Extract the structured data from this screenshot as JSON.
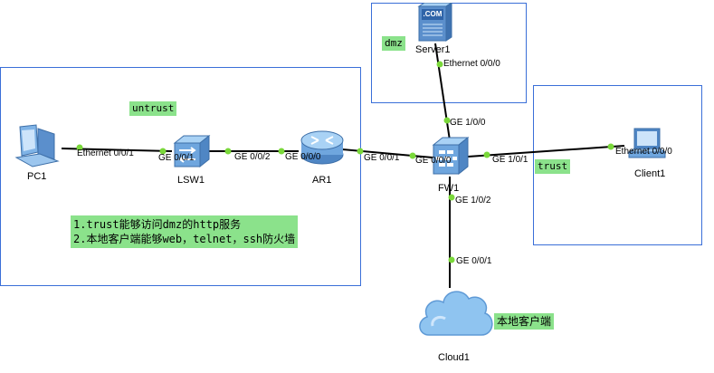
{
  "zones": {
    "untrust": "untrust",
    "dmz": "dmz",
    "trust": "trust"
  },
  "notes": {
    "line1": "1.trust能够访问dmz的http服务",
    "line2": "2.本地客户端能够web，telnet，ssh防火墙",
    "cloud_label": "本地客户端"
  },
  "devices": {
    "pc1": "PC1",
    "lsw1": "LSW1",
    "ar1": "AR1",
    "fw1": "FW1",
    "server1": "Server1",
    "client1": "Client1",
    "cloud1": "Cloud1",
    "server_screen": ".COM"
  },
  "ports": {
    "pc1_eth": "Ethernet 0/0/1",
    "lsw1_ge001": "GE 0/0/1",
    "lsw1_ge002": "GE 0/0/2",
    "ar1_ge000": "GE 0/0/0",
    "ar1_ge001": "GE 0/0/1",
    "fw1_ge000": "GE 0/0/0",
    "fw1_ge100": "GE 1/0/0",
    "fw1_ge101": "GE 1/0/1",
    "fw1_ge102": "GE 1/0/2",
    "server1_eth": "Ethernet 0/0/0",
    "client1_eth": "Ethernet 0/0/0",
    "cloud1_ge001": "GE 0/0/1"
  },
  "colors": {
    "zone_border": "#3a6fd8",
    "tag_bg": "#8be28b",
    "link_dot": "#7ad83a",
    "link_line": "#000000"
  }
}
